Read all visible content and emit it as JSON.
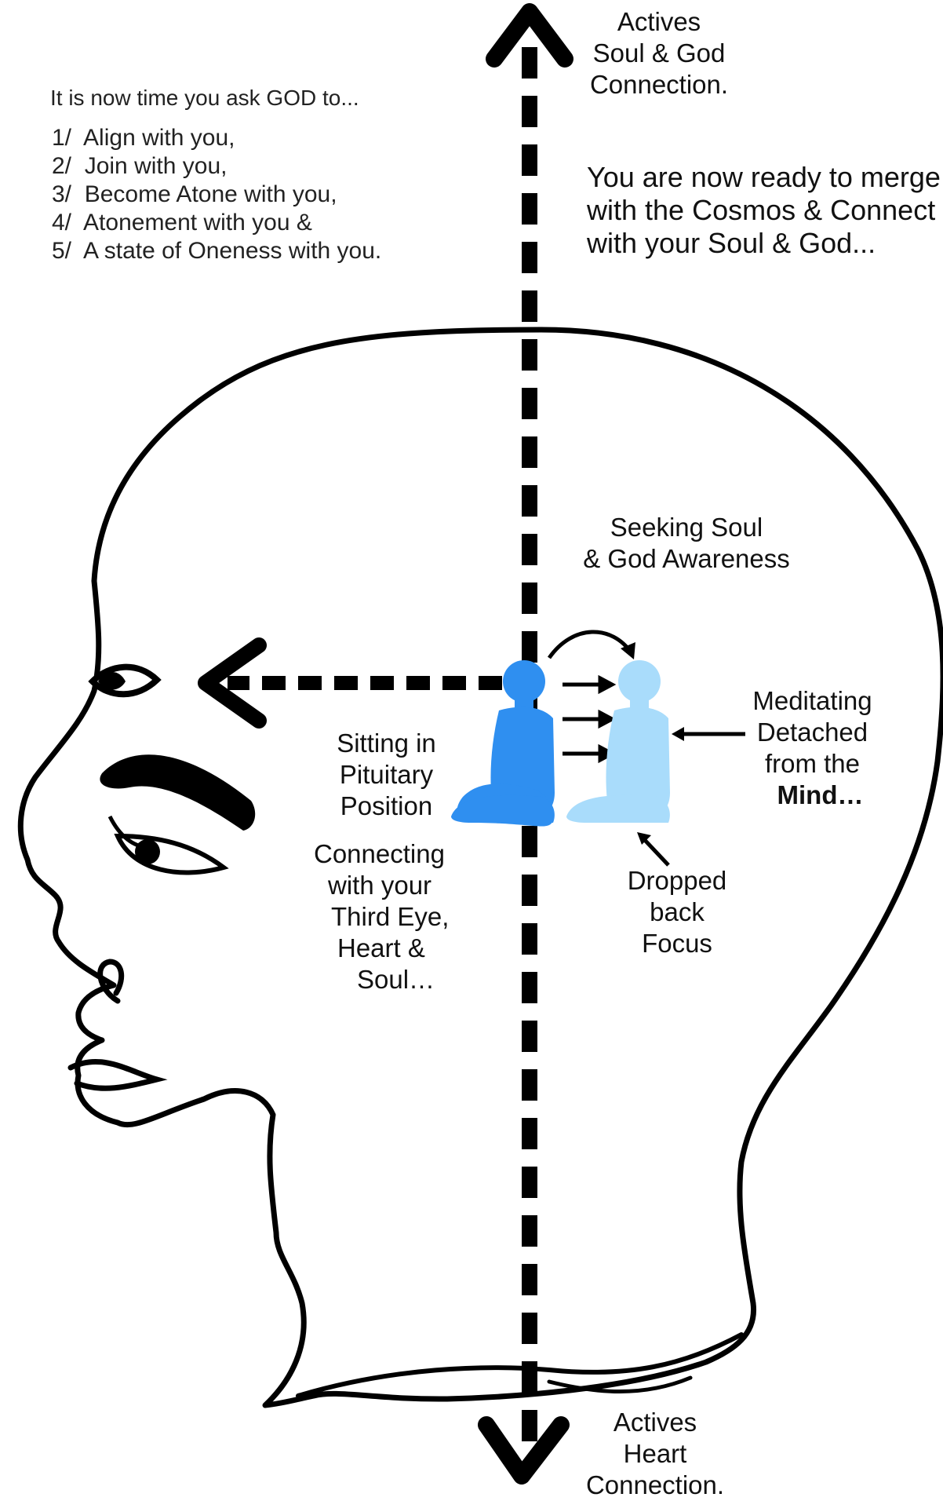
{
  "top_label": [
    "Actives",
    "Soul & God",
    "Connection."
  ],
  "prompt": "It is now time you ask GOD to...",
  "steps": [
    {
      "num": "1/",
      "text": "Align with you,"
    },
    {
      "num": "2/",
      "text": "Join with you,"
    },
    {
      "num": "3/",
      "text": "Become Atone with you,"
    },
    {
      "num": "4/",
      "text": "Atonement with you &"
    },
    {
      "num": "5/",
      "text": "A state of Oneness with you."
    }
  ],
  "merge_text": [
    "You are now ready to merge",
    "with the Cosmos & Connect",
    "with your Soul & God..."
  ],
  "seeking_label": [
    "Seeking Soul",
    "& God Awareness"
  ],
  "sitting_label": [
    "Sitting in",
    "Pituitary",
    "Position"
  ],
  "connecting_label": [
    "Connecting",
    "with your",
    "Third Eye,",
    "Heart &",
    "Soul…"
  ],
  "meditating_label": [
    "Meditating",
    "Detached",
    "from the"
  ],
  "meditating_bold": "Mind…",
  "dropped_label": [
    "Dropped",
    "back",
    "Focus"
  ],
  "bottom_label": [
    "Actives",
    "Heart",
    "Connection."
  ],
  "colors": {
    "figure_dark": "#2f8ff0",
    "figure_light": "#a9dcfb",
    "line": "#000000"
  },
  "icons": [
    "head-outline",
    "meditating-figure",
    "arrow-up",
    "arrow-down",
    "arrow-left"
  ]
}
